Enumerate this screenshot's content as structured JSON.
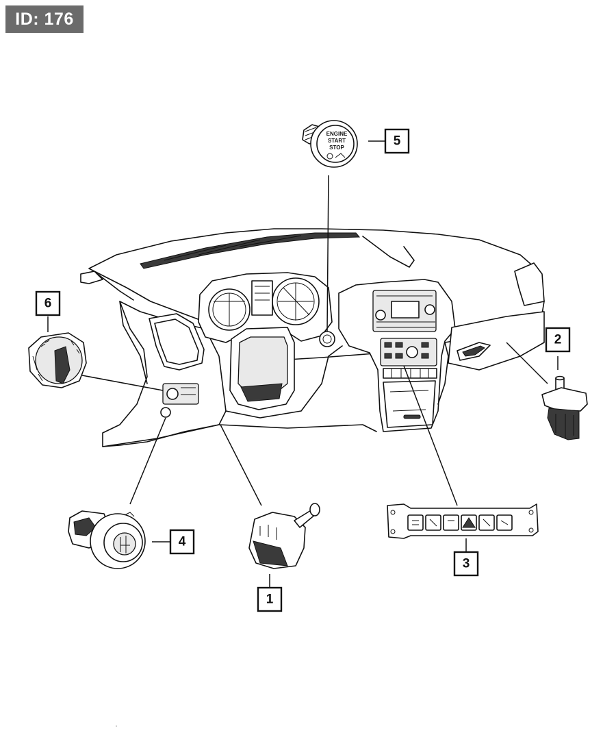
{
  "badge": {
    "text": "ID: 176"
  },
  "engine_button": {
    "line1": "ENGINE",
    "line2": "START",
    "line3": "STOP"
  },
  "callouts": [
    {
      "num": "1"
    },
    {
      "num": "2"
    },
    {
      "num": "3"
    },
    {
      "num": "4"
    },
    {
      "num": "5"
    },
    {
      "num": "6"
    }
  ]
}
